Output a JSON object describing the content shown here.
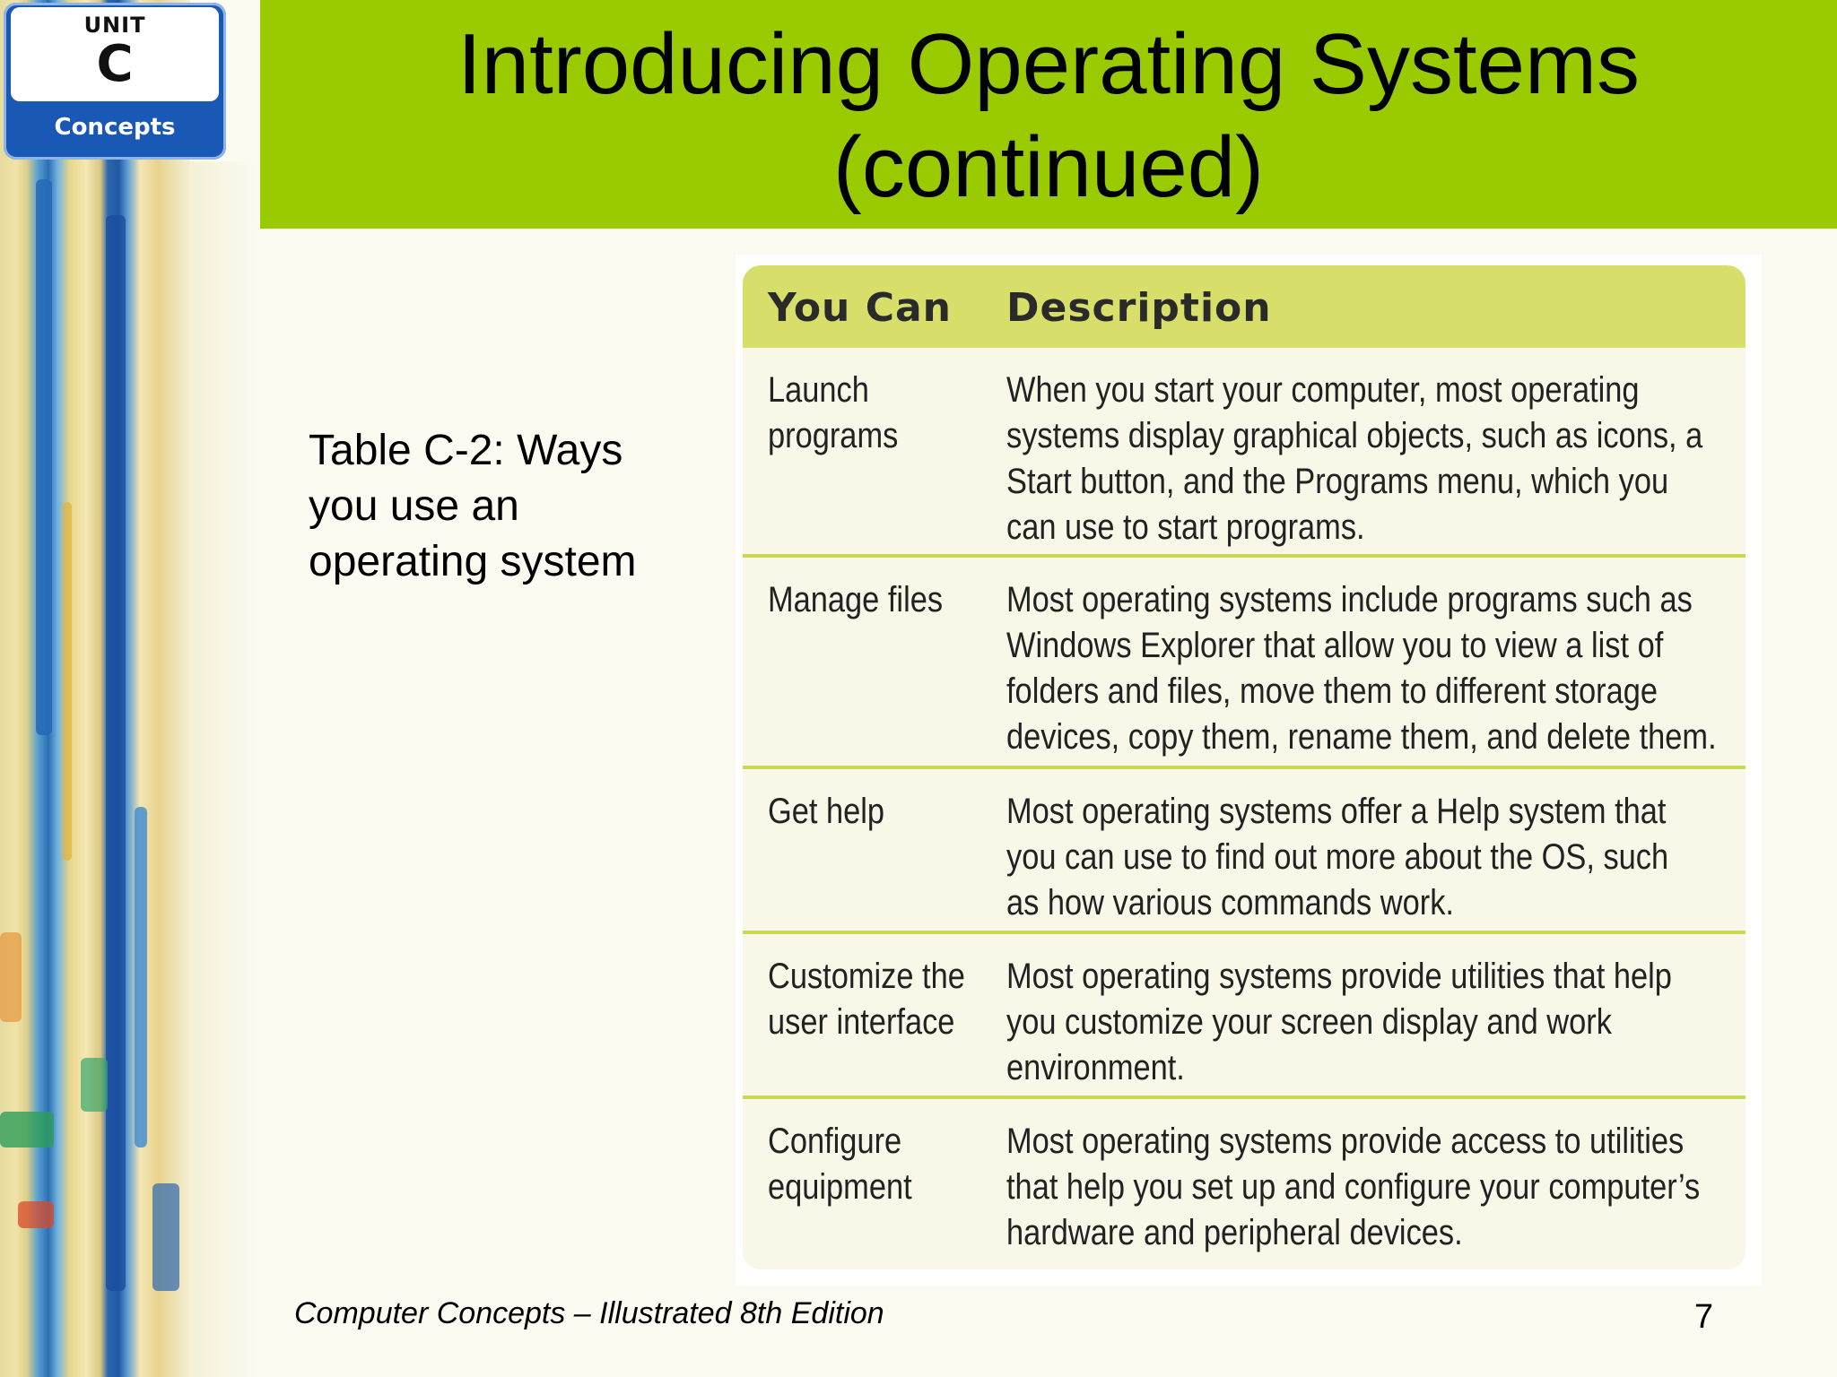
{
  "badge": {
    "unit": "UNIT",
    "letter": "C",
    "subtitle": "Concepts"
  },
  "title": {
    "line1": "Introducing Operating Systems",
    "line2": "(continued)"
  },
  "caption": {
    "line1": "Table C-2: Ways",
    "line2": "you use an",
    "line3": "operating system"
  },
  "table": {
    "headers": [
      "You Can",
      "Description"
    ],
    "rows": [
      {
        "you_can": [
          "Launch",
          "programs"
        ],
        "description": [
          "When you start your computer, most operating",
          "systems display graphical objects, such as icons, a",
          "Start button, and the Programs menu, which you",
          "can use to start programs."
        ]
      },
      {
        "you_can": [
          "Manage files"
        ],
        "description": [
          "Most operating systems include programs such as",
          "Windows Explorer that allow you to view a list of",
          "folders and files, move them to different storage",
          "devices, copy them, rename them, and delete them."
        ]
      },
      {
        "you_can": [
          "Get help"
        ],
        "description": [
          "Most operating systems offer a Help system that",
          "you can use to find out more about the OS, such",
          "as how various commands work."
        ]
      },
      {
        "you_can": [
          "Customize the",
          "user interface"
        ],
        "description": [
          "Most operating systems provide utilities that help",
          "you customize your screen display and work",
          "environment."
        ]
      },
      {
        "you_can": [
          "Configure",
          "equipment"
        ],
        "description": [
          "Most operating systems provide access to utilities",
          "that help you set up and configure your computer’s",
          "hardware and peripheral devices."
        ]
      }
    ]
  },
  "footer": {
    "text": "Computer Concepts – Illustrated 8th Edition",
    "page": "7"
  },
  "colors": {
    "title_bar": "#9acb00",
    "table_header": "#d7df6a",
    "row_divider": "#cbd655",
    "badge_blue": "#1a58b5",
    "background": "#fbfbf1"
  }
}
